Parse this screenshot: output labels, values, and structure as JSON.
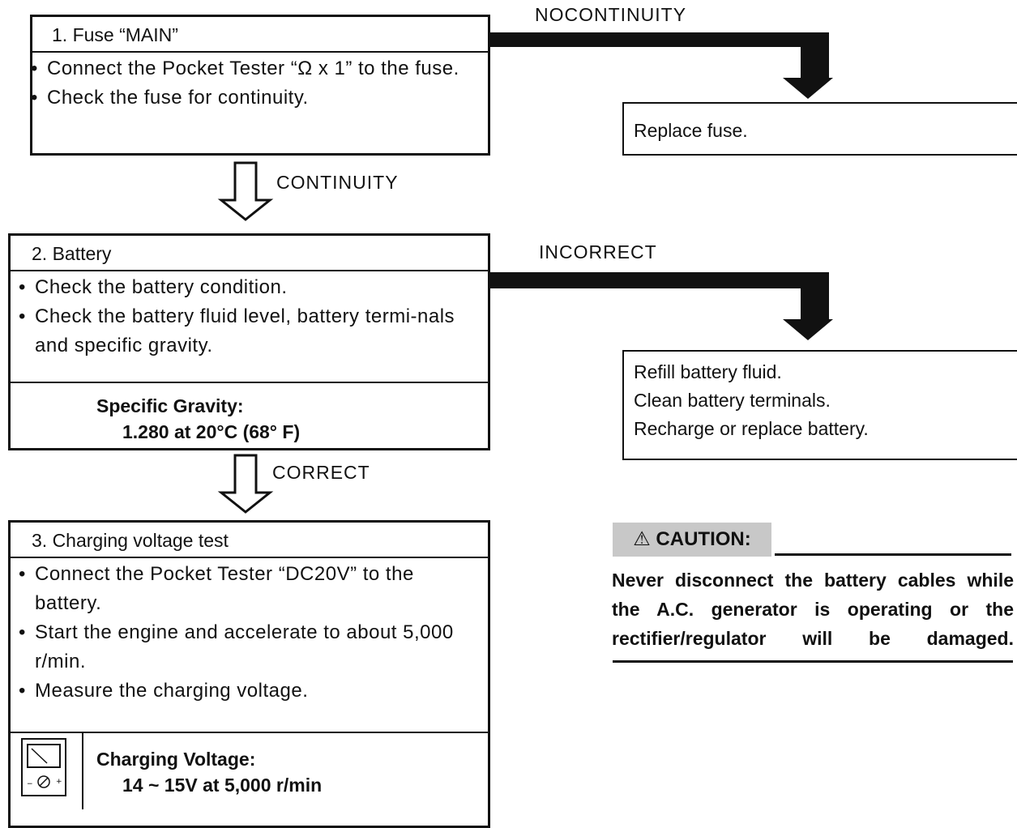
{
  "step1": {
    "title": "1. Fuse “MAIN”",
    "bullets": [
      "Connect the Pocket Tester “Ω x 1” to the fuse.",
      "Check the fuse for continuity."
    ]
  },
  "step2": {
    "title": "2. Battery",
    "bullets": [
      "Check the battery condition.",
      "Check the battery fluid level, battery termi-nals and specific gravity."
    ],
    "spec_label": "Specific Gravity:",
    "spec_value": "1.280 at 20°C (68° F)"
  },
  "step3": {
    "title": "3. Charging voltage test",
    "bullets": [
      "Connect the Pocket Tester “DC20V” to the battery.",
      "Start the engine and accelerate to about 5,000 r/min.",
      "Measure the charging voltage."
    ],
    "spec_label": "Charging Voltage:",
    "spec_value": "14 ~ 15V at 5,000 r/min",
    "icon": "multimeter-icon"
  },
  "flow_labels": {
    "no_continuity": "NOCONTINUITY",
    "continuity": "CONTINUITY",
    "incorrect": "INCORRECT",
    "correct": "CORRECT"
  },
  "result1": {
    "lines": [
      "Replace fuse."
    ]
  },
  "result2": {
    "lines": [
      "Refill battery fluid.",
      "Clean battery terminals.",
      "Recharge or replace battery."
    ]
  },
  "caution": {
    "badge": "⚠ CAUTION:",
    "text": "Never disconnect the battery cables while the A.C. generator is operating or the rectifier/regulator will be damaged."
  }
}
